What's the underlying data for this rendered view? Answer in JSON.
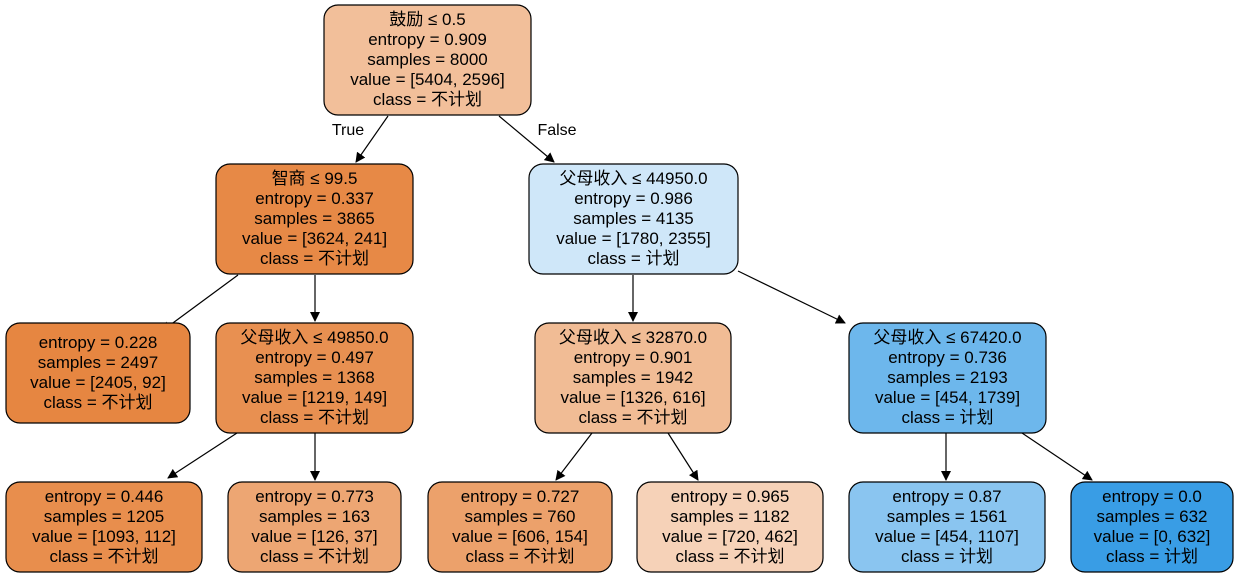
{
  "tree": {
    "nodes": [
      {
        "id": "n0",
        "lines": [
          "鼓励 ≤ 0.5",
          "entropy = 0.909",
          "samples = 8000",
          "value = [5404, 2596]",
          "class = 不计划"
        ],
        "color": "#f2bf9a"
      },
      {
        "id": "n1",
        "lines": [
          "智商 ≤ 99.5",
          "entropy = 0.337",
          "samples = 3865",
          "value = [3624, 241]",
          "class = 不计划"
        ],
        "color": "#e78946"
      },
      {
        "id": "n2",
        "lines": [
          "父母收入 ≤ 44950.0",
          "entropy = 0.986",
          "samples = 4135",
          "value = [1780, 2355]",
          "class = 计划"
        ],
        "color": "#cfe7f9"
      },
      {
        "id": "n3",
        "lines": [
          "entropy = 0.228",
          "samples = 2497",
          "value = [2405, 92]",
          "class = 不计划"
        ],
        "color": "#e68641"
      },
      {
        "id": "n4",
        "lines": [
          "父母收入 ≤ 49850.0",
          "entropy = 0.497",
          "samples = 1368",
          "value = [1219, 149]",
          "class = 不计划"
        ],
        "color": "#e89051"
      },
      {
        "id": "n5",
        "lines": [
          "父母收入 ≤ 32870.0",
          "entropy = 0.901",
          "samples = 1942",
          "value = [1326, 616]",
          "class = 不计划"
        ],
        "color": "#f1bc95"
      },
      {
        "id": "n6",
        "lines": [
          "父母收入 ≤ 67420.0",
          "entropy = 0.736",
          "samples = 2193",
          "value = [454, 1739]",
          "class = 计划"
        ],
        "color": "#6db7ec"
      },
      {
        "id": "n7",
        "lines": [
          "entropy = 0.446",
          "samples = 1205",
          "value = [1093, 112]",
          "class = 不计划"
        ],
        "color": "#e88e4d"
      },
      {
        "id": "n8",
        "lines": [
          "entropy = 0.773",
          "samples = 163",
          "value = [126, 37]",
          "class = 不计划"
        ],
        "color": "#eda673"
      },
      {
        "id": "n9",
        "lines": [
          "entropy = 0.727",
          "samples = 760",
          "value = [606, 154]",
          "class = 不计划"
        ],
        "color": "#eca16b"
      },
      {
        "id": "n10",
        "lines": [
          "entropy = 0.965",
          "samples = 1182",
          "value = [720, 462]",
          "class = 不计划"
        ],
        "color": "#f6d2b8"
      },
      {
        "id": "n11",
        "lines": [
          "entropy = 0.87",
          "samples = 1561",
          "value = [454, 1107]",
          "class = 计划"
        ],
        "color": "#8ac5f0"
      },
      {
        "id": "n12",
        "lines": [
          "entropy = 0.0",
          "samples = 632",
          "value = [0, 632]",
          "class = 计划"
        ],
        "color": "#399de5"
      }
    ],
    "edges": [
      {
        "from": "n0",
        "to": "n1",
        "label": "True"
      },
      {
        "from": "n0",
        "to": "n2",
        "label": "False"
      },
      {
        "from": "n1",
        "to": "n3",
        "label": ""
      },
      {
        "from": "n1",
        "to": "n4",
        "label": ""
      },
      {
        "from": "n2",
        "to": "n5",
        "label": ""
      },
      {
        "from": "n2",
        "to": "n6",
        "label": ""
      },
      {
        "from": "n4",
        "to": "n7",
        "label": ""
      },
      {
        "from": "n4",
        "to": "n8",
        "label": ""
      },
      {
        "from": "n5",
        "to": "n9",
        "label": ""
      },
      {
        "from": "n5",
        "to": "n10",
        "label": ""
      },
      {
        "from": "n6",
        "to": "n11",
        "label": ""
      },
      {
        "from": "n6",
        "to": "n12",
        "label": ""
      }
    ]
  }
}
